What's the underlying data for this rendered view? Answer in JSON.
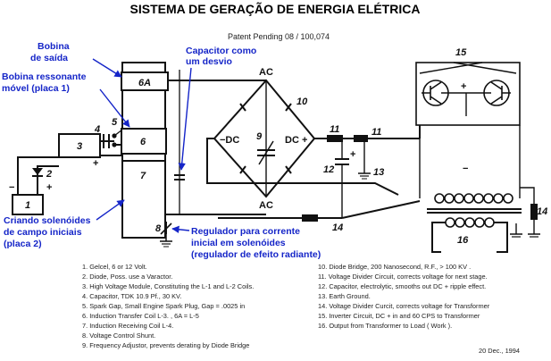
{
  "title": "SISTEMA DE GERAÇÃO DE ENERGIA ELÉTRICA",
  "patent": "Patent Pending  08 / 100,074",
  "annotations": {
    "bobina_saida_1": "Bobina",
    "bobina_saida_2": "de saída",
    "ressonante_1": "Bobina ressonante",
    "ressonante_2": "móvel (placa 1)",
    "capacitor_1": "Capacitor como",
    "capacitor_2": "um desvio",
    "solenoide_1": "Criando solenóides",
    "solenoide_2": "de campo iniciais",
    "solenoide_3": "(placa 2)",
    "regulador_1": "Regulador para corrente",
    "regulador_2": "inicial em solenóides",
    "regulador_3": "(regulador de efeito radiante)"
  },
  "labels": {
    "n1": "1",
    "n2": "2",
    "n3": "3",
    "n4": "4",
    "n5": "5",
    "n6": "6",
    "n6a": "6A",
    "n7": "7",
    "n8": "8",
    "n9": "9",
    "n10": "10",
    "n11a": "11",
    "n11b": "11",
    "n12": "12",
    "n13": "13",
    "n14a": "14",
    "n14b": "14",
    "n15": "15",
    "n16": "16",
    "ac_top": "AC",
    "ac_bottom": "AC",
    "dc_minus": "−DC",
    "dc_plus": "DC +",
    "minus_left": "−",
    "plus_left": "+",
    "plus_3": "+",
    "plus_12": "+",
    "plus_15": "+",
    "minus_tr": "−"
  },
  "notes_left": [
    "1. Gelcel, 6 or 12 Volt.",
    "2. Diode, Poss. use a Varactor.",
    "3. High Voltage Module, Constituting the L-1 and L-2 Coils.",
    "4. Capacitor, TDK  10.9  Pf., 30 KV.",
    "5. Spark Gap, Small Engine Spark Plug, Gap = .0025 in",
    "6. Induction Transfer Coil  L-3. , 6A = L-5",
    "7. Induction Receiving Coil L-4.",
    "8. Voltage Control Shunt.",
    "9. Frequency Adjustor, prevents derating by Diode Bridge"
  ],
  "notes_right": [
    "10. Diode Bridge, 200 Nanosecond, R.F., > 100 KV .",
    "11. Voltage Divider Circuit, corrects voltage for next stage.",
    "12. Capacitor, electrolytic, smooths out DC + ripple effect.",
    "13. Earth Ground.",
    "14. Voltage Divider Curcit, corrects voltage for Transformer",
    "15. Inverter Circuit, DC + in and 60 CPS  to Transformer",
    "16. Output from Transformer to Load ( Work )."
  ],
  "date": "20  Dec., 1994"
}
